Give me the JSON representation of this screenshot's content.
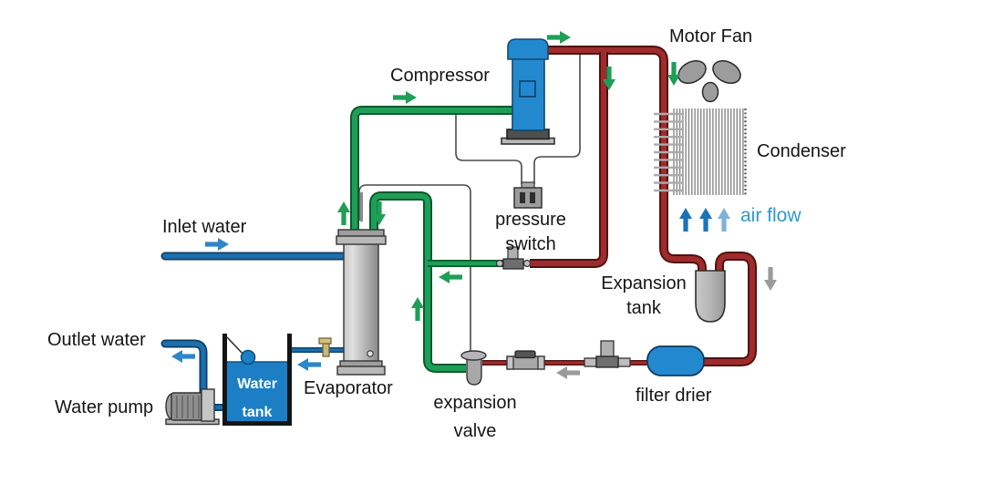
{
  "diagram": {
    "type": "process-schematic",
    "subject": "water chiller refrigeration cycle"
  },
  "labels": {
    "compressor": "Compressor",
    "motor_fan": "Motor Fan",
    "condenser": "Condenser",
    "air_flow": "air flow",
    "expansion_tank": {
      "line1": "Expansion",
      "line2": "tank"
    },
    "pressure_switch": {
      "line1": "pressure",
      "line2": "switch"
    },
    "inlet_water": "Inlet water",
    "outlet_water": "Outlet water",
    "water_pump": "Water pump",
    "water_tank": {
      "line1": "Water",
      "line2": "tank"
    },
    "evaporator": "Evaporator",
    "expansion_valve": {
      "line1": "expansion",
      "line2": "valve"
    },
    "filter_drier": "filter drier"
  },
  "colors": {
    "suction_pipe_green": "#1f9e57",
    "suction_pipe_outline": "#0a5a2e",
    "discharge_pipe_red": "#9e2c2c",
    "discharge_pipe_outline": "#521111",
    "water_pipe_blue": "#1d6fae",
    "water_pipe_outline": "#0e3f63",
    "water_fill_blue": "#1c7fc6",
    "component_blue": "#2289cf",
    "component_gray": "#b5b5b5",
    "arrow_green": "#1f9e57",
    "arrow_gray": "#9b9b9b",
    "arrow_blue": "#2e86c8",
    "air_arrow_dark_blue": "#1b72b8",
    "air_arrow_light_blue": "#7fb2d9",
    "air_flow_text_blue": "#2e9ad0",
    "brass_valve": "#cdbd7e"
  }
}
